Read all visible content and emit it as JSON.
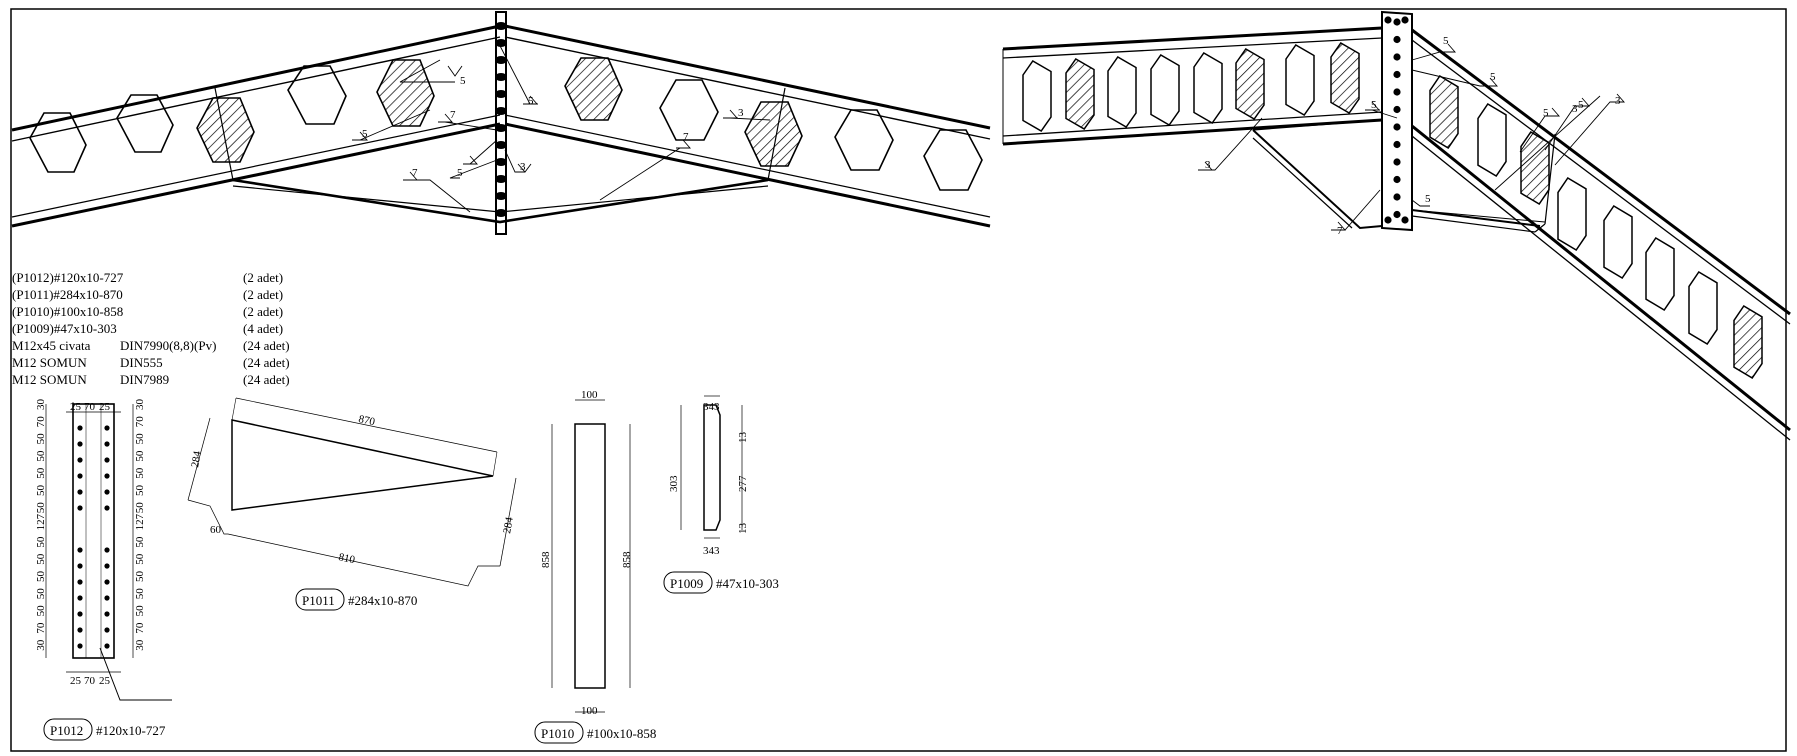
{
  "bom": [
    {
      "part": "(P1012)#120x10-727",
      "std": "",
      "qty": "(2 adet)"
    },
    {
      "part": "(P1011)#284x10-870",
      "std": "",
      "qty": "(2 adet)"
    },
    {
      "part": "(P1010)#100x10-858",
      "std": "",
      "qty": "(2 adet)"
    },
    {
      "part": "(P1009)#47x10-303",
      "std": "",
      "qty": "(4 adet)"
    },
    {
      "part": "M12x45 civata",
      "std": "DIN7990(8,8)(Pv)",
      "qty": "(24 adet)"
    },
    {
      "part": "M12 SOMUN",
      "std": "DIN555",
      "qty": "(24 adet)"
    },
    {
      "part": "M12 SOMUN",
      "std": "DIN7989",
      "qty": "(24 adet)"
    }
  ],
  "parts": {
    "p1012": {
      "mark": "P1012",
      "spec": "#120x10-727",
      "dims_top": [
        "25",
        "70",
        "25"
      ],
      "dims_bottom": [
        "25",
        "70",
        "25"
      ],
      "dims_side": [
        "30",
        "70",
        "50",
        "50",
        "50",
        "50",
        "50",
        "127",
        "50",
        "50",
        "50",
        "50",
        "50",
        "70",
        "30"
      ]
    },
    "p1011": {
      "mark": "P1011",
      "spec": "#284x10-870",
      "dim_top": "870",
      "dim_bottom": "810",
      "dim_left": "284",
      "dim_right": "284",
      "dim_corner": "60"
    },
    "p1010": {
      "mark": "P1010",
      "spec": "#100x10-858",
      "dim_top": "100",
      "dim_bottom": "100",
      "dim_left": "858",
      "dim_right": "858"
    },
    "p1009": {
      "mark": "P1009",
      "spec": "#47x10-303",
      "dim_top": "343",
      "dim_bottom": "343",
      "dim_left": "303",
      "dim_right_top": "13",
      "dim_right_mid": "277",
      "dim_right_bottom": "13"
    }
  },
  "welds_front": [
    "5",
    "5",
    "7",
    "5",
    "5",
    "3",
    "7",
    "3",
    "7"
  ],
  "welds_iso": [
    "3",
    "5",
    "5",
    "5",
    "5",
    "3",
    "5",
    "3",
    "7",
    "5"
  ]
}
